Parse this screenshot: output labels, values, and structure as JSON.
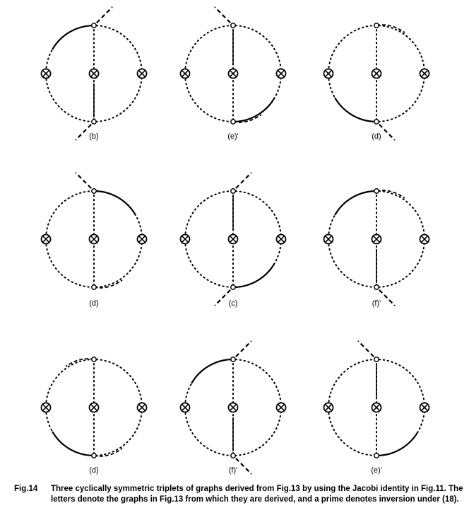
{
  "figure": {
    "panels": [
      {
        "label": "(b)",
        "solid_arc": "top-left",
        "chord": "lower",
        "dashed": [
          "top-right",
          "bottom-left"
        ],
        "dashed_arc": null
      },
      {
        "label": "(e)'",
        "solid_arc": "bottom-right",
        "chord": "upper",
        "dashed": [
          "top-left"
        ],
        "dashed_arc": "bottom-right"
      },
      {
        "label": "(d)",
        "solid_arc": "bottom-left",
        "chord": null,
        "dashed": [
          "bottom-right"
        ],
        "dashed_arc": "top-right"
      },
      {
        "label": "(d)",
        "solid_arc": "top-right",
        "chord": null,
        "dashed": [
          "top-left"
        ],
        "dashed_arc": "bottom-right"
      },
      {
        "label": "(c)",
        "solid_arc": "bottom-right",
        "chord": "upper",
        "dashed": [
          "top-right",
          "bottom-left"
        ],
        "dashed_arc": null
      },
      {
        "label": "(f)'",
        "solid_arc": "top-left",
        "chord": "lower",
        "dashed": [
          "bottom-right"
        ],
        "dashed_arc": "top-right"
      },
      {
        "label": "(d)",
        "solid_arc": "bottom-left",
        "chord": null,
        "dashed": [],
        "dashed_arc": "top-left-and-bottom-right"
      },
      {
        "label": "(f)'",
        "solid_arc": "top-left",
        "chord": "lower",
        "dashed": [
          "top-right",
          "bottom-right"
        ],
        "dashed_arc": null
      },
      {
        "label": "(e)'",
        "solid_arc": "bottom-right",
        "chord": "upper",
        "dashed": [
          "top-left"
        ],
        "dashed_arc": null
      }
    ]
  },
  "caption": {
    "number": "Fig.14",
    "text": "Three cyclically symmetric triplets of graphs derived from Fig.13 by using the Jacobi identity in Fig.11. The letters denote the graphs in Fig.13 from which they are derived, and a prime denotes inversion under (18)."
  }
}
